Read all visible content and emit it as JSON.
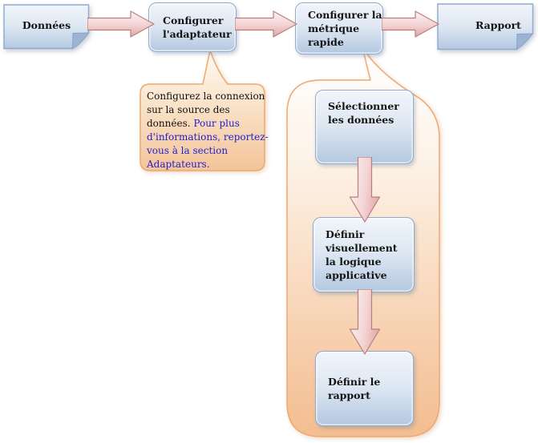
{
  "flow": {
    "steps": [
      {
        "label": "Données"
      },
      {
        "label": "Configurer l'adaptateur"
      },
      {
        "label": "Configurer la métrique rapide"
      },
      {
        "label": "Rapport"
      }
    ]
  },
  "callout": {
    "text_black": "Configurez la connexion sur la source des données.",
    "text_blue": "Pour plus d'informations, reportez-vous à la section Adaptateurs."
  },
  "quick_metric_substeps": {
    "steps": [
      {
        "label": "Sélectionner les données"
      },
      {
        "label": "Définir visuellement la logique applicative"
      },
      {
        "label": "Définir le rapport"
      }
    ]
  },
  "colors": {
    "shape_fill_top": "#f1f5fa",
    "shape_fill_bottom": "#b4c8e1",
    "shape_border": "#90a9cc",
    "arrow_fill": "#f2d2d2",
    "arrow_border": "#b87e7e",
    "callout_fill": "#f4c49a",
    "callout_border": "#efa873",
    "text": "#141414",
    "link_text": "#2121cd"
  }
}
